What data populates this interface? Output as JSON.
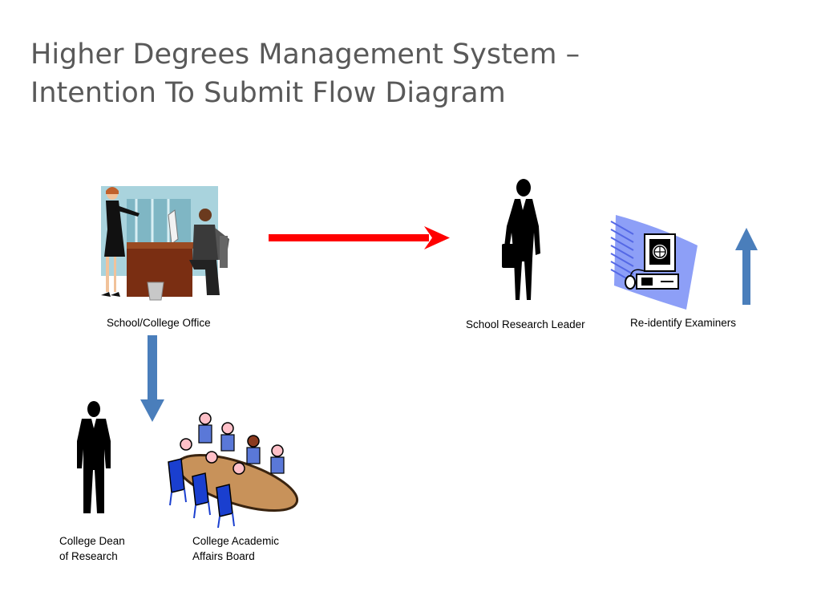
{
  "title": {
    "line1": "Higher Degrees Management System –",
    "line2": "Intention To Submit Flow Diagram"
  },
  "nodes": {
    "school_office": "School/College Office",
    "research_leader": "School Research Leader",
    "reidentify": "Re-identify Examiners",
    "dean_line1": "College Dean",
    "dean_line2": "of Research",
    "board_line1": "College Academic",
    "board_line2": "Affairs Board"
  },
  "icons": {
    "office": "office-meeting-clipart",
    "leader": "businesswoman-silhouette",
    "computer": "computer-clipart",
    "dean": "businessman-silhouette",
    "board": "boardroom-meeting-clipart"
  },
  "colors": {
    "red_arrow": "#ff0000",
    "blue_arrow": "#4a7ebb",
    "title": "#595959"
  }
}
